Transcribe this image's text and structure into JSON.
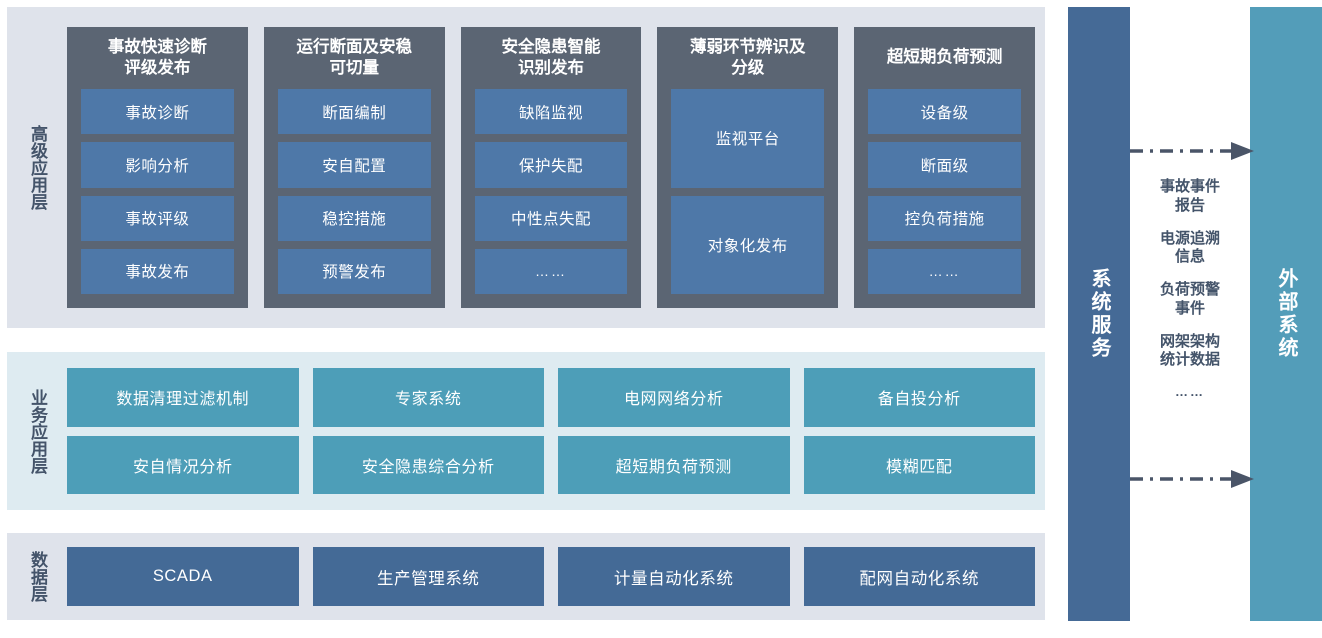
{
  "layers": {
    "advanced": {
      "title": "高级应用层",
      "columns": [
        {
          "title": "事故快速诊断\n评级发布",
          "items": [
            "事故诊断",
            "影响分析",
            "事故评级",
            "事故发布"
          ]
        },
        {
          "title": "运行断面及安稳\n可切量",
          "items": [
            "断面编制",
            "安自配置",
            "稳控措施",
            "预警发布"
          ]
        },
        {
          "title": "安全隐患智能\n识别发布",
          "items": [
            "缺陷监视",
            "保护失配",
            "中性点失配",
            "……"
          ]
        },
        {
          "title": "薄弱环节辨识及\n分级",
          "items": [
            "监视平台",
            "对象化发布"
          ]
        },
        {
          "title": "超短期负荷预测",
          "items": [
            "设备级",
            "断面级",
            "控负荷措施",
            "……"
          ]
        }
      ]
    },
    "business": {
      "title": "业务应用层",
      "items": [
        "数据清理过滤机制",
        "专家系统",
        "电网网络分析",
        "备自投分析",
        "安自情况分析",
        "安全隐患综合分析",
        "超短期负荷预测",
        "模糊匹配"
      ]
    },
    "data": {
      "title": "数据层",
      "items": [
        "SCADA",
        "生产管理系统",
        "计量自动化系统",
        "配网自动化系统"
      ]
    }
  },
  "right": {
    "system_service": "系统服务",
    "external_system": "外部系统",
    "flow_labels": [
      "事故事件\n报告",
      "电源追溯\n信息",
      "负荷预警\n事件",
      "网架架构\n统计数据",
      "……"
    ]
  },
  "colors": {
    "panel_bg_blue_gray": "#dfe3eb",
    "panel_bg_teal": "#deebf1",
    "advanced_column": "#5b6573",
    "advanced_item": "#4e78a8",
    "business_item": "#4d9eb8",
    "data_item": "#446a96",
    "system_service_bar": "#456a96",
    "external_system_bar": "#539db9",
    "label_text": "#44546a",
    "arrow": "#4a5568"
  }
}
